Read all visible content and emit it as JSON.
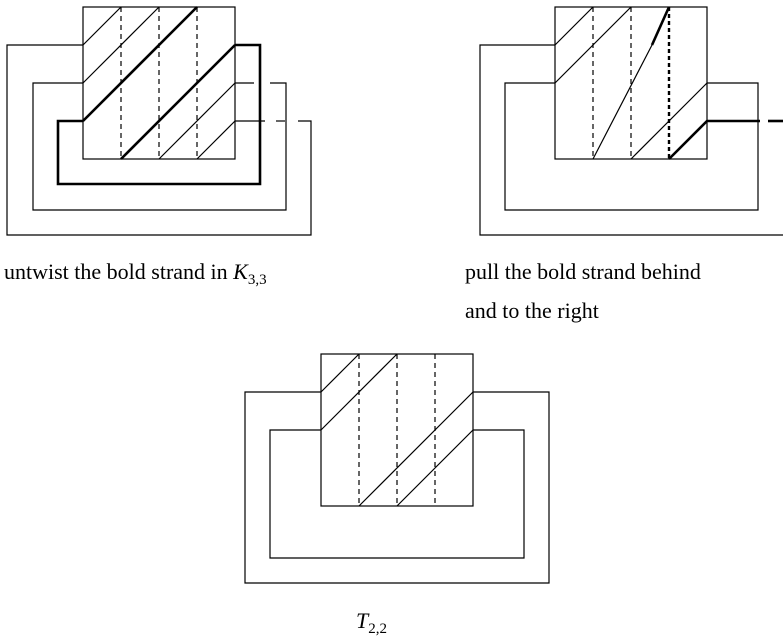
{
  "captions": {
    "panel1": {
      "text": "untwist the bold strand in ",
      "symbol": "K",
      "subscript": "3,3"
    },
    "panel2": {
      "line1": "pull the bold strand behind",
      "line2": "and to the right"
    },
    "panel3": {
      "symbol": "T",
      "subscript": "2,2"
    }
  },
  "colors": {
    "ink": "#000000",
    "background": "#ffffff"
  }
}
